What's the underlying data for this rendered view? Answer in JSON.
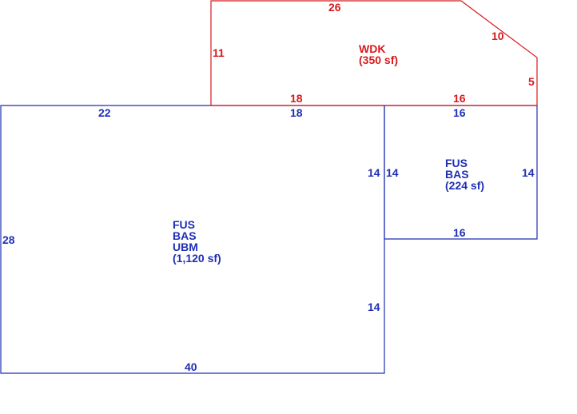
{
  "colors": {
    "living_area": "#1f2fb5",
    "deck": "#d7191c"
  },
  "areas": {
    "main": {
      "codes": [
        "FUS",
        "BAS",
        "UBM"
      ],
      "area": "(1,120 sf)"
    },
    "side": {
      "codes": [
        "FUS",
        "BAS"
      ],
      "area": "(224 sf)"
    },
    "deck": {
      "codes": [
        "WDK"
      ],
      "area": "(350 sf)"
    }
  },
  "dimensions": {
    "main": {
      "top_left": "22",
      "top_right": "18",
      "left": "28",
      "bottom": "40",
      "right_upper": "14",
      "right_lower": "14"
    },
    "side": {
      "top": "16",
      "left": "14",
      "right": "14",
      "bottom": "16"
    },
    "deck": {
      "top": "26",
      "diagonal": "10",
      "right": "5",
      "left": "11",
      "bottom_left": "18",
      "bottom_right": "16"
    }
  }
}
